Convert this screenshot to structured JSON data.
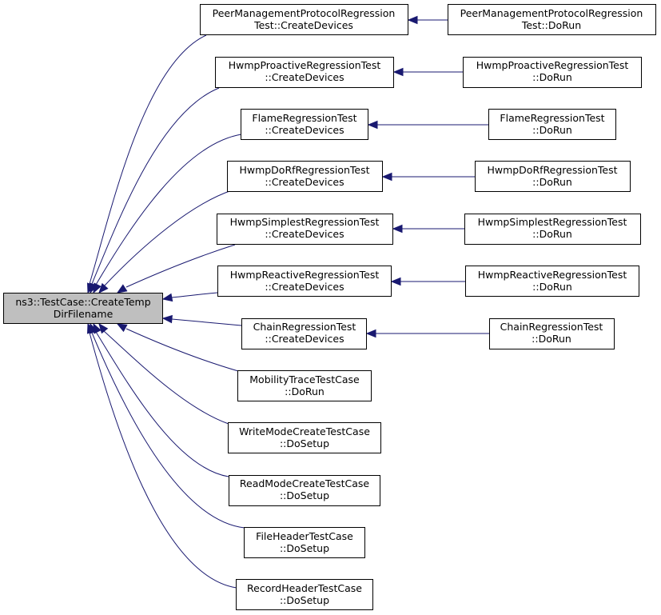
{
  "graph": {
    "colors": {
      "edge": "#191970",
      "focus_fill": "#bfbfbf",
      "node_fill": "#ffffff",
      "border": "#000000"
    },
    "focus": {
      "line1": "ns3::TestCase::CreateTemp",
      "line2": "DirFilename"
    },
    "callers": [
      {
        "line1": "PeerManagementProtocolRegression",
        "line2": "Test::CreateDevices",
        "caller": {
          "line1": "PeerManagementProtocolRegression",
          "line2": "Test::DoRun"
        }
      },
      {
        "line1": "HwmpProactiveRegressionTest",
        "line2": "::CreateDevices",
        "caller": {
          "line1": "HwmpProactiveRegressionTest",
          "line2": "::DoRun"
        }
      },
      {
        "line1": "FlameRegressionTest",
        "line2": "::CreateDevices",
        "caller": {
          "line1": "FlameRegressionTest",
          "line2": "::DoRun"
        }
      },
      {
        "line1": "HwmpDoRfRegressionTest",
        "line2": "::CreateDevices",
        "caller": {
          "line1": "HwmpDoRfRegressionTest",
          "line2": "::DoRun"
        }
      },
      {
        "line1": "HwmpSimplestRegressionTest",
        "line2": "::CreateDevices",
        "caller": {
          "line1": "HwmpSimplestRegressionTest",
          "line2": "::DoRun"
        }
      },
      {
        "line1": "HwmpReactiveRegressionTest",
        "line2": "::CreateDevices",
        "caller": {
          "line1": "HwmpReactiveRegressionTest",
          "line2": "::DoRun"
        }
      },
      {
        "line1": "ChainRegressionTest",
        "line2": "::CreateDevices",
        "caller": {
          "line1": "ChainRegressionTest",
          "line2": "::DoRun"
        }
      },
      {
        "line1": "MobilityTraceTestCase",
        "line2": "::DoRun"
      },
      {
        "line1": "WriteModeCreateTestCase",
        "line2": "::DoSetup"
      },
      {
        "line1": "ReadModeCreateTestCase",
        "line2": "::DoSetup"
      },
      {
        "line1": "FileHeaderTestCase",
        "line2": "::DoSetup"
      },
      {
        "line1": "RecordHeaderTestCase",
        "line2": "::DoSetup"
      }
    ]
  }
}
